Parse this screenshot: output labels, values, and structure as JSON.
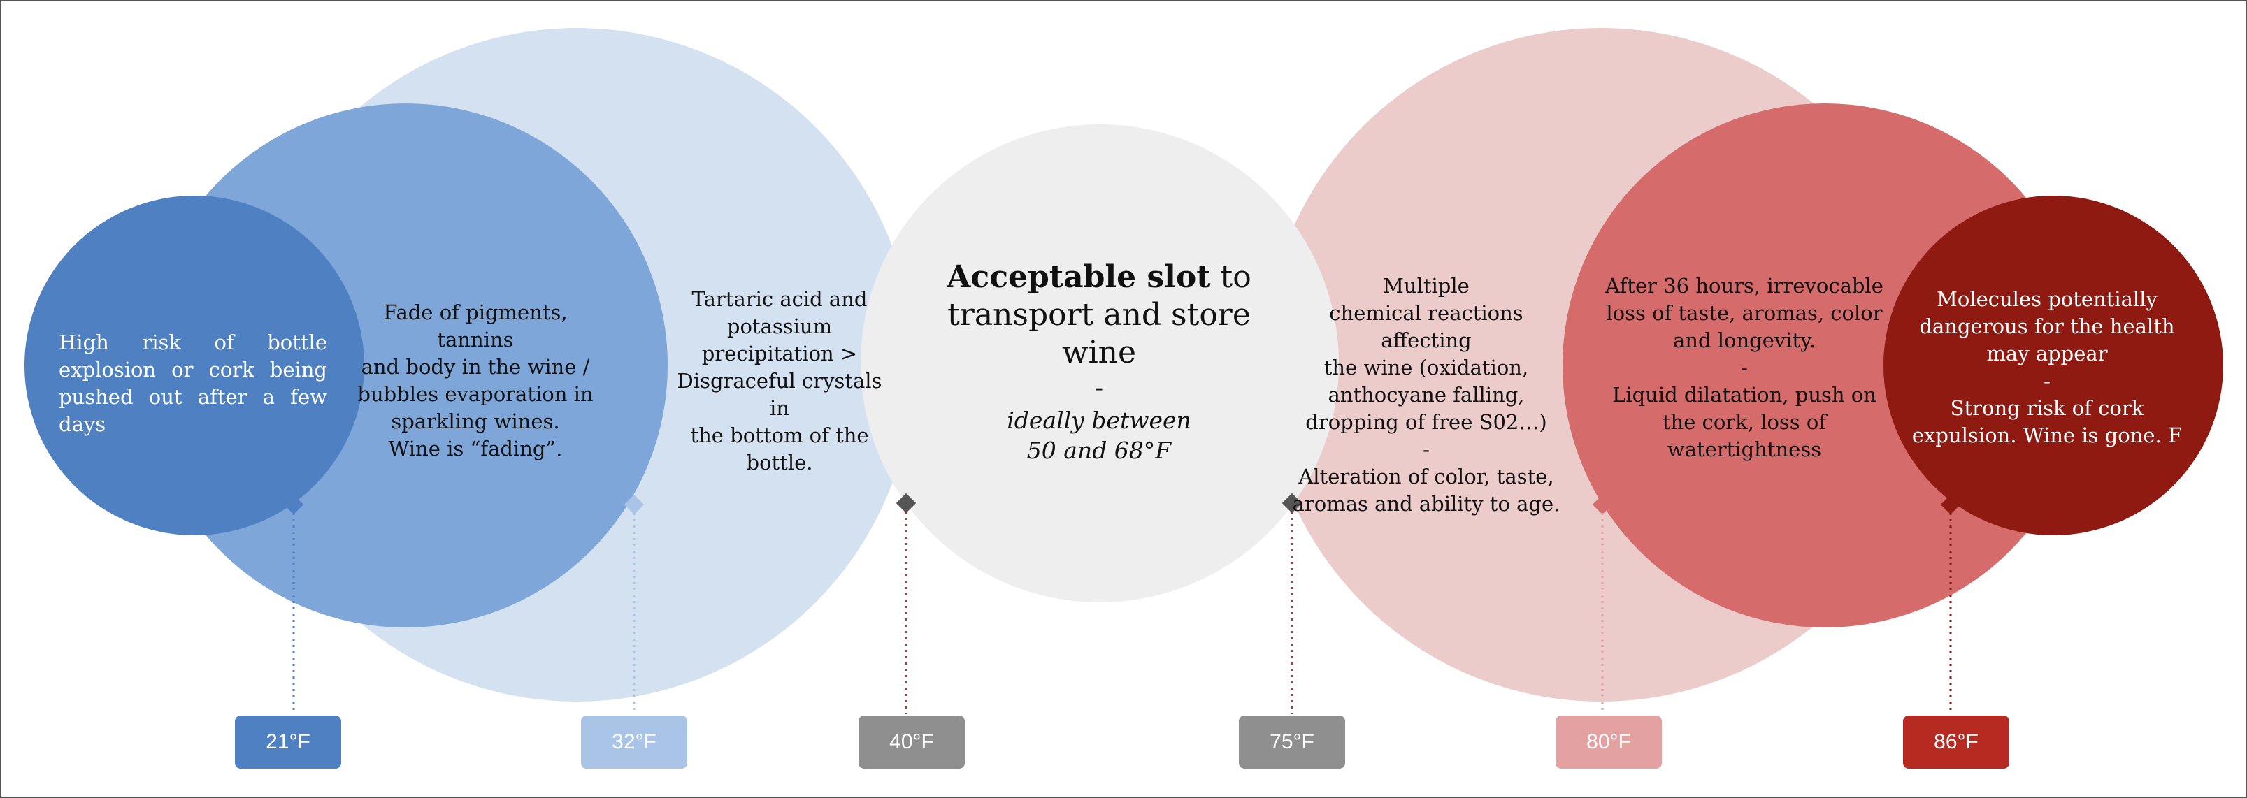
{
  "colors": {
    "c21": "#4f81c2",
    "c32": "#a9c4e7",
    "c40": "#8f8f8f",
    "c75": "#8f8f8f",
    "c80": "#e4a1a1",
    "c86": "#b72a22",
    "dark_blue_circle": "#4f81c2",
    "mid_blue_circle": "#7ea6d9",
    "light_blue_circle": "#d4e1f1",
    "grey_circle": "#eeeeee",
    "light_red_circle": "#eccccb",
    "mid_red_circle": "#d56b6a",
    "dark_red_circle": "#8e1a12"
  },
  "zones": {
    "z21": {
      "text": "High risk of bottle explosion or cork being pushed out after a few days"
    },
    "z32": {
      "lines": [
        "Fade of pigments, tannins",
        "and body in the wine /",
        "bubbles evaporation in",
        "sparkling wines.",
        "Wine is “fading”."
      ]
    },
    "z40": {
      "lines": [
        "Tartaric acid and",
        "potassium",
        "precipitation  >",
        "Disgraceful crystals in",
        "the bottom of the",
        "bottle."
      ]
    },
    "center": {
      "title_bold": "Acceptable slot",
      "title_rest": " to",
      "line2": "transport and store",
      "line3": "wine",
      "dash": "-",
      "sub1": "ideally between",
      "sub2": "50 and 68°F"
    },
    "z75": {
      "lines": [
        "Multiple",
        "chemical reactions affecting",
        "the wine (oxidation,",
        "anthocyane falling,",
        "dropping of free S02…)",
        "-",
        "Alteration of color, taste,",
        "aromas and ability to age."
      ]
    },
    "z80": {
      "lines": [
        "After 36 hours, irrevocable",
        "loss of taste, aromas, color",
        "and longevity.",
        "-",
        "Liquid dilatation, push on",
        "the cork, loss of",
        "watertightness"
      ]
    },
    "z86": {
      "lines": [
        "Molecules potentially",
        "dangerous for the health",
        "may appear",
        "-",
        "Strong risk of cork",
        "expulsion. Wine is gone. F"
      ]
    }
  },
  "thresholds": [
    {
      "label": "21°F",
      "color_key": "c21"
    },
    {
      "label": "32°F",
      "color_key": "c32"
    },
    {
      "label": "40°F",
      "color_key": "c40"
    },
    {
      "label": "75°F",
      "color_key": "c75"
    },
    {
      "label": "80°F",
      "color_key": "c80"
    },
    {
      "label": "86°F",
      "color_key": "c86"
    }
  ]
}
